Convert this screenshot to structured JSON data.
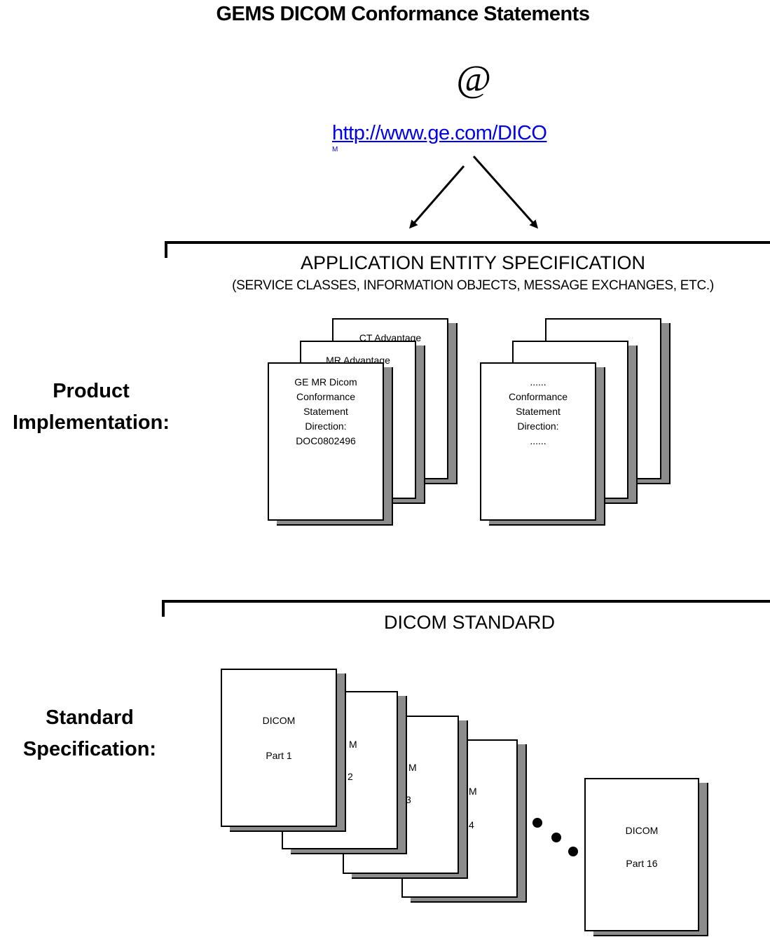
{
  "title": "GEMS DICOM Conformance Statements",
  "at_symbol": "@",
  "link": {
    "text": "http://www.ge.com/DICO",
    "tail": "M"
  },
  "ae_section": {
    "title": "APPLICATION ENTITY SPECIFICATION",
    "subtitle": "(SERVICE CLASSES, INFORMATION  OBJECTS, MESSAGE EXCHANGES, ETC.)"
  },
  "product_label": [
    "Product",
    "Implementation:"
  ],
  "product_stack_left": {
    "back_title": "CT Advantage",
    "middle_title": "MR Advantage",
    "front_lines": [
      "GE MR Dicom",
      "Conformance",
      "Statement",
      "Direction:",
      "DOC0802496"
    ]
  },
  "product_stack_right": {
    "front_lines": [
      "......",
      "Conformance",
      "Statement",
      "Direction:",
      "......"
    ]
  },
  "standard_section": {
    "title": "DICOM STANDARD"
  },
  "standard_label": [
    "Standard",
    "Specification:"
  ],
  "standard_parts": [
    {
      "line1": "DICOM",
      "line2": "Part 1"
    },
    {
      "line1": "M",
      "line2": "2"
    },
    {
      "line1": "M",
      "line2": "3"
    },
    {
      "line1": "M",
      "line2": "4"
    },
    {
      "line1": "DICOM",
      "line2": "Part 16"
    }
  ],
  "colors": {
    "link": "#0000ee",
    "shadow": "#8c8c8c"
  }
}
